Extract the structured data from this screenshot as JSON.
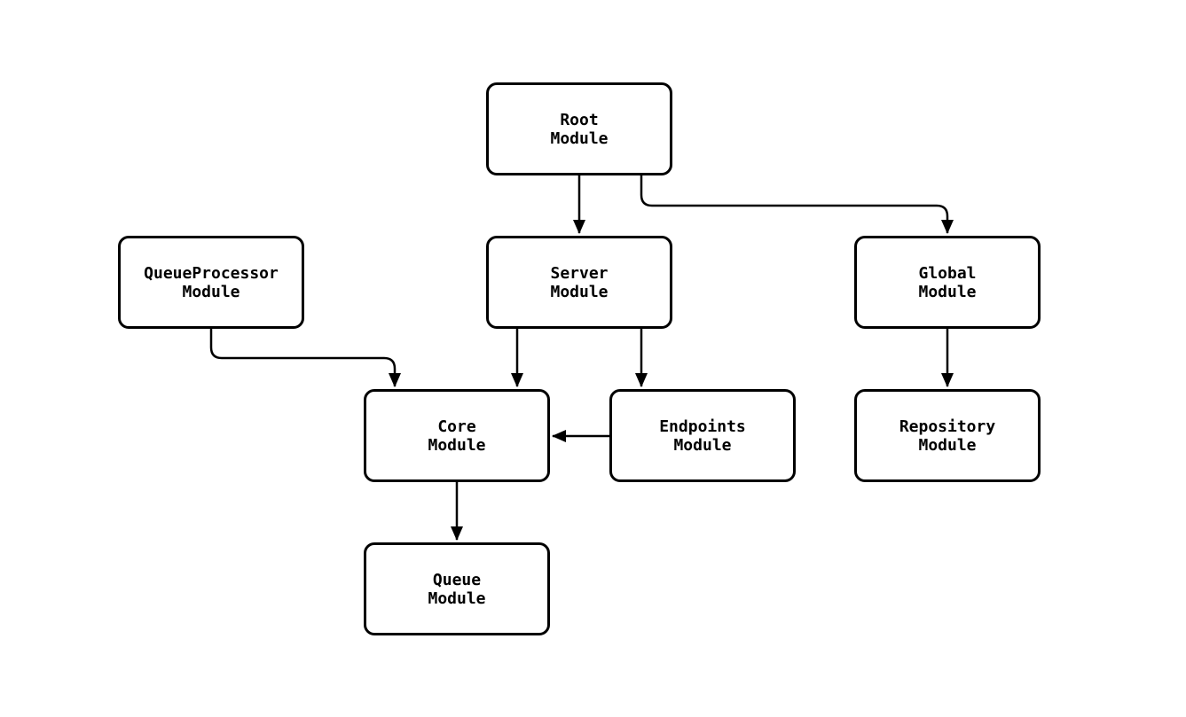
{
  "canvas": {
    "background_color": "#ffffff",
    "line_color": "#000000",
    "node_fill_color": "#ffffff",
    "node_border_color": "#000000",
    "text_color": "#000000"
  },
  "diagram": {
    "type": "flowchart",
    "nodes": [
      {
        "id": "root",
        "label": "Root\nModule"
      },
      {
        "id": "queueprocessor",
        "label": "QueueProcessor\nModule"
      },
      {
        "id": "server",
        "label": "Server\nModule"
      },
      {
        "id": "global",
        "label": "Global\nModule"
      },
      {
        "id": "core",
        "label": "Core\nModule"
      },
      {
        "id": "endpoints",
        "label": "Endpoints\nModule"
      },
      {
        "id": "repository",
        "label": "Repository\nModule"
      },
      {
        "id": "queue",
        "label": "Queue\nModule"
      }
    ],
    "edges": [
      {
        "from": "root",
        "to": "server"
      },
      {
        "from": "root",
        "to": "global"
      },
      {
        "from": "queueprocessor",
        "to": "core"
      },
      {
        "from": "server",
        "to": "core"
      },
      {
        "from": "server",
        "to": "endpoints"
      },
      {
        "from": "endpoints",
        "to": "core"
      },
      {
        "from": "global",
        "to": "repository"
      },
      {
        "from": "core",
        "to": "queue"
      }
    ]
  }
}
